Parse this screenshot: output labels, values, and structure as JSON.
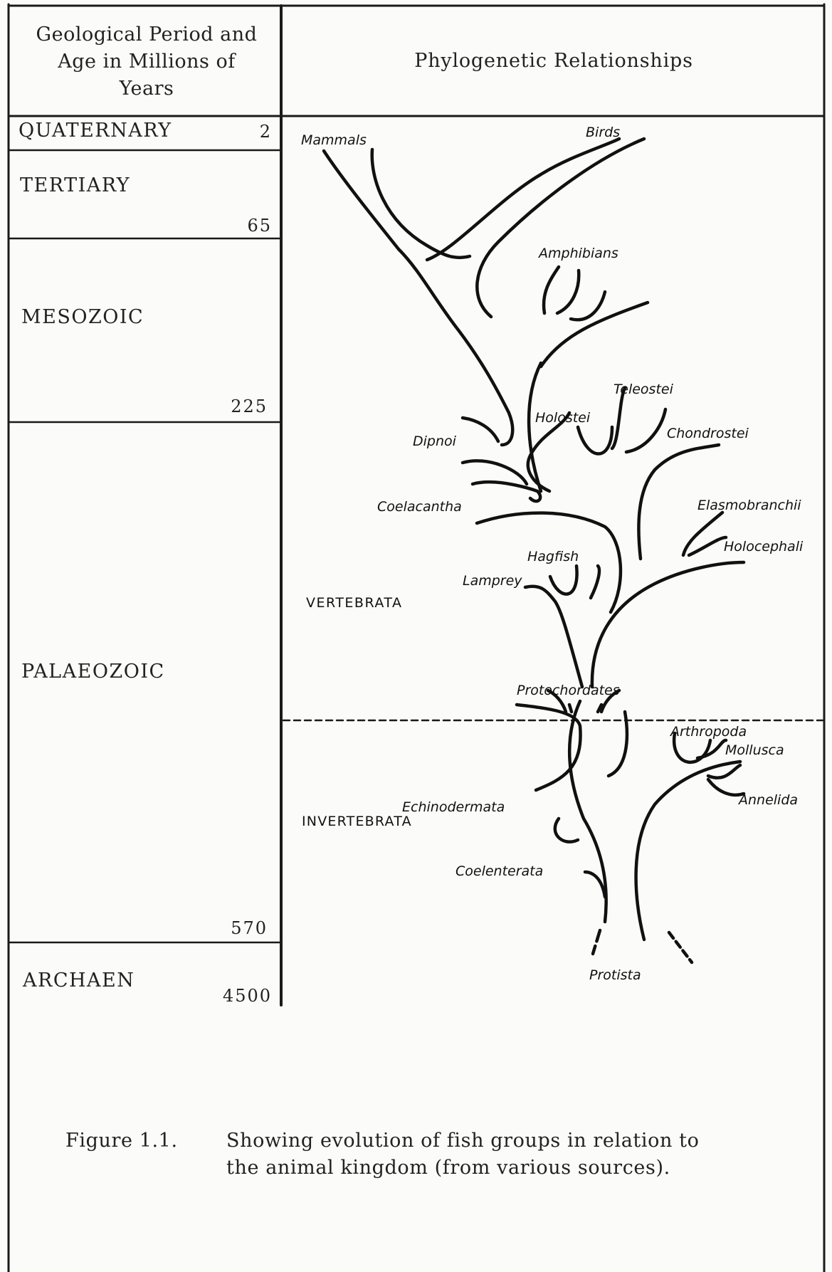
{
  "table": {
    "left_header": [
      "Geological Period and",
      "Age in Millions of",
      "Years"
    ],
    "right_header": "Phylogenetic Relationships",
    "periods": [
      {
        "name": "QUATERNARY",
        "age": "2"
      },
      {
        "name": "TERTIARY",
        "age": "65"
      },
      {
        "name": "MESOZOIC",
        "age": "225"
      },
      {
        "name": "PALAEOZOIC",
        "age": "570"
      },
      {
        "name": "ARCHAEN",
        "age": "4500"
      }
    ]
  },
  "tree": {
    "labels": {
      "mammals": "Mammals",
      "birds": "Birds",
      "amphibians": "Amphibians",
      "teleostei": "Teleostei",
      "holostei": "Holostei",
      "chondrostei": "Chondrostei",
      "dipnoi": "Dipnoi",
      "coelacantha": "Coelacantha",
      "elasmobranchii": "Elasmobranchii",
      "holocephali": "Holocephali",
      "hagfish": "Hagfish",
      "lamprey": "Lamprey",
      "vertebrata": "VERTEBRATA",
      "protochordates": "Protochordates",
      "arthropoda": "Arthropoda",
      "mollusca": "Mollusca",
      "annelida": "Annelida",
      "echinodermata": "Echinodermata",
      "invertebrata": "INVERTEBRATA",
      "coelenterata": "Coelenterata",
      "protista": "Protista"
    }
  },
  "caption": {
    "number": "Figure 1.1.",
    "line1": "Showing evolution of fish groups in relation to",
    "line2": "the animal kingdom (from various sources)."
  }
}
